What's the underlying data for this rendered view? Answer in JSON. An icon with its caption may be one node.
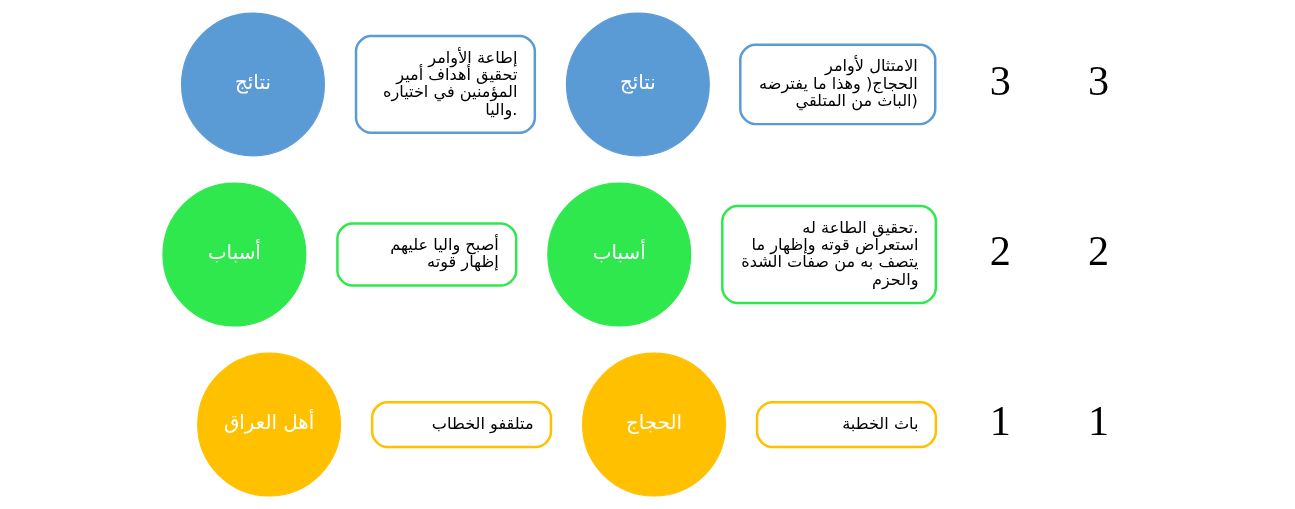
{
  "diagram": {
    "nodes": [
      {
        "text": [
          "نتائج"
        ]
      },
      {
        "text": [
          "إطاعة الأوامر",
          "تحقيق أهداف أمير المؤمنين في اختياره واليا."
        ]
      },
      {
        "text": [
          "أسباب"
        ]
      },
      {
        "text": [
          "أصبح واليا عليهم",
          "إظهار قوته"
        ]
      },
      {
        "text": [
          "أهل العراق"
        ]
      },
      {
        "text": [
          "متلقفو الخطاب"
        ]
      },
      {
        "text": [
          "نتائج"
        ]
      },
      {
        "text": [
          "الامتثال لأوامر الحجاج( وهذا ما يفترضه الباث من المتلقي)"
        ]
      },
      {
        "text": [
          "أسباب"
        ]
      },
      {
        "text": [
          "تحقيق الطاعة له.",
          "استعراض قوته وإظهار ما يتصف به من صفات الشدة والحزم"
        ]
      },
      {
        "text": [
          "الحجاج"
        ]
      },
      {
        "text": [
          "باث الخطبة"
        ]
      }
    ],
    "edges": [],
    "labels": [
      "3",
      "2",
      "1",
      "3",
      "2",
      "1"
    ]
  }
}
